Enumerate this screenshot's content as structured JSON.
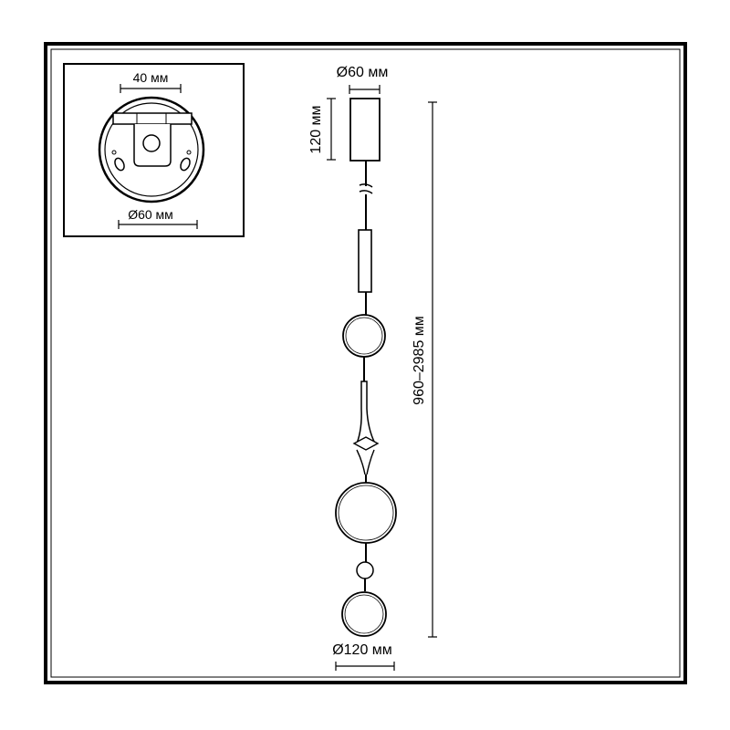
{
  "inset": {
    "top_dimension": "40 мм",
    "bottom_dimension": "Ø60 мм"
  },
  "canopy": {
    "diameter": "Ø60 мм",
    "height": "120 мм"
  },
  "overall": {
    "height_range": "960–2985 мм"
  },
  "shade": {
    "diameter": "Ø120 мм"
  }
}
